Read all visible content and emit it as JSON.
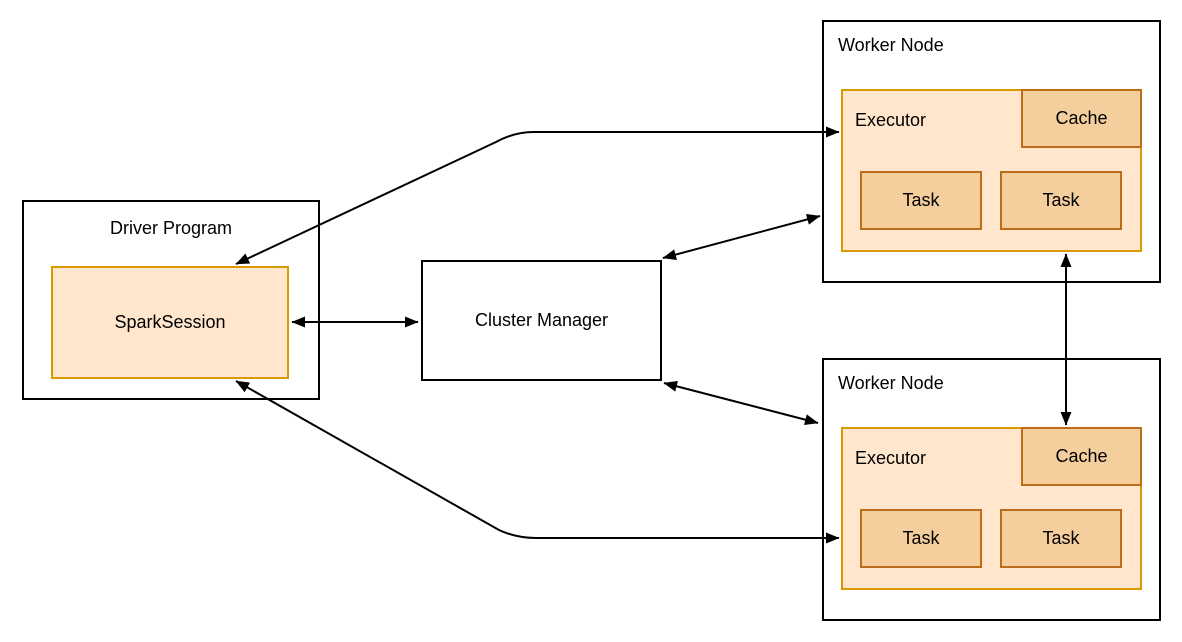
{
  "diagram": {
    "type": "architecture-diagram",
    "nodes": {
      "driver": {
        "label": "Driver Program"
      },
      "spark_session": {
        "label": "SparkSession"
      },
      "cluster_manager": {
        "label": "Cluster Manager"
      },
      "worker1": {
        "label": "Worker Node",
        "executor_label": "Executor",
        "cache_label": "Cache",
        "tasks": [
          "Task",
          "Task"
        ]
      },
      "worker2": {
        "label": "Worker Node",
        "executor_label": "Executor",
        "cache_label": "Cache",
        "tasks": [
          "Task",
          "Task"
        ]
      }
    },
    "connections": [
      {
        "from": "SparkSession",
        "to": "Worker Node 1 Executor",
        "bidirectional": true
      },
      {
        "from": "SparkSession",
        "to": "Cluster Manager",
        "bidirectional": true
      },
      {
        "from": "SparkSession",
        "to": "Worker Node 2 Executor",
        "bidirectional": true
      },
      {
        "from": "Cluster Manager",
        "to": "Worker Node 1",
        "bidirectional": true
      },
      {
        "from": "Cluster Manager",
        "to": "Worker Node 2",
        "bidirectional": true
      },
      {
        "from": "Worker Node 1 Executor",
        "to": "Worker Node 2 Cache",
        "bidirectional": true
      }
    ],
    "colors": {
      "canvas_bg": "#FFFFFF",
      "node_border": "#000000",
      "executor_fill": "#FFE6CC",
      "executor_border": "#D79B00",
      "inner_fill": "#F5CE9E",
      "inner_border": "#BD6C1A",
      "arrow": "#000000",
      "text": "#000000"
    }
  }
}
